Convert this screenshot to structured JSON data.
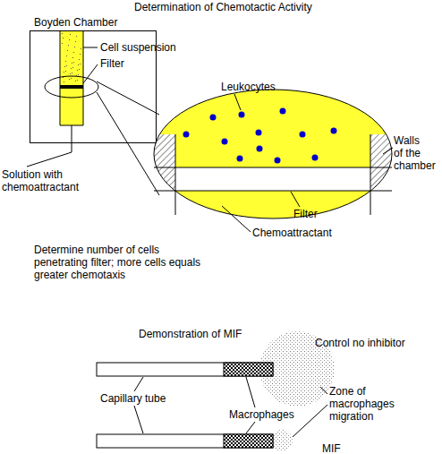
{
  "diagram": {
    "title": "Determination of Chemotactic Activity",
    "nodes": [
      {
        "text": [
          "Boyden Chamber"
        ]
      }
    ],
    "labels": [
      "Cell suspension",
      "Filter",
      "Solution with chemoattractant",
      "Leukocytes",
      "Walls of the chamber",
      "Filter",
      "Chemoattractant",
      "Determine number of cells penetrating filter; more cells equals greater chemotaxis",
      "Demonstration of MIF",
      "Control no inhibitor",
      "Capillary tube",
      "Macrophages",
      "Zone of macrophages migration",
      "MIF"
    ]
  }
}
